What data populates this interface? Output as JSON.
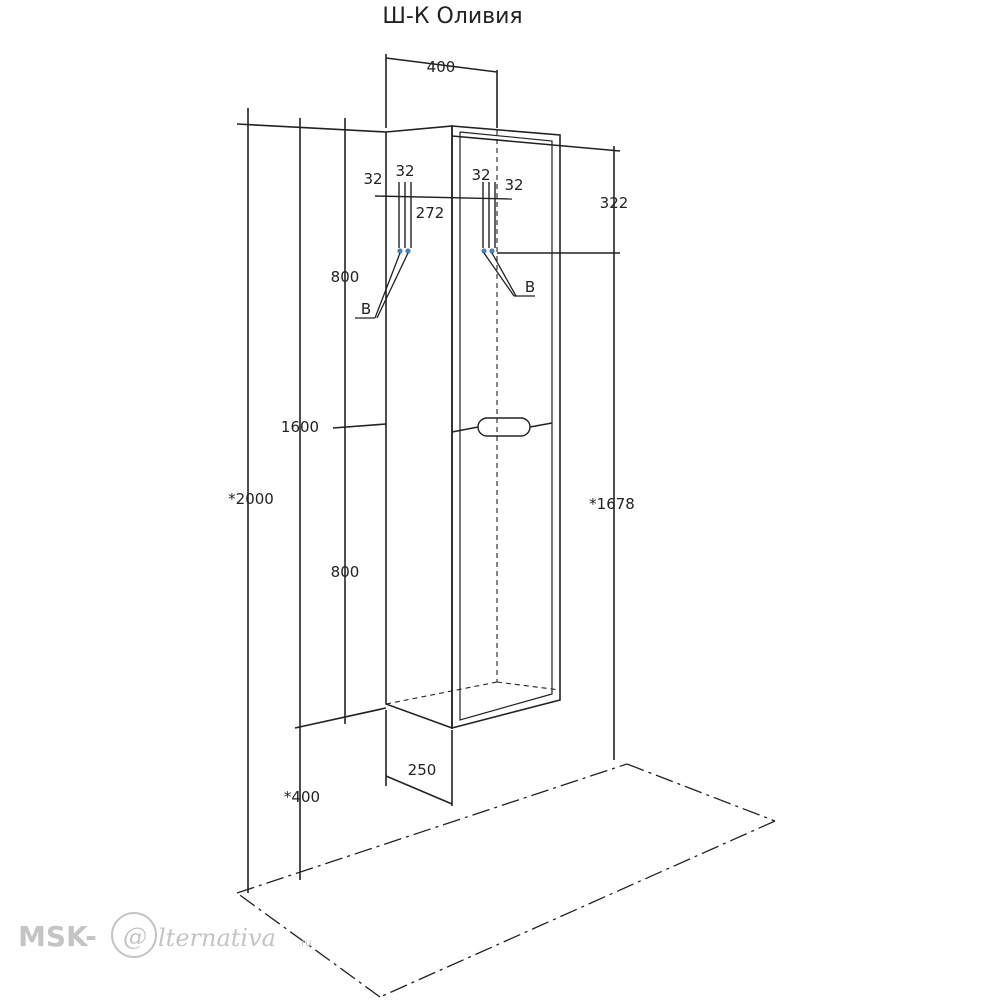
{
  "title": "Ш-К Оливия",
  "dimensions": {
    "width_top": "400",
    "gap_left_a": "32",
    "gap_left_b": "32",
    "gap_right_a": "32",
    "gap_right_b": "32",
    "between": "272",
    "top_offset": "322",
    "upper_half": "800",
    "lower_half": "800",
    "height_body": "1600",
    "total_height": "*2000",
    "floor_offset": "*400",
    "mount_height": "*1678",
    "depth": "250"
  },
  "callouts": {
    "left": "B",
    "right": "B"
  },
  "watermark": {
    "prefix": "MSK-",
    "at": "@",
    "suffix": "lternativa",
    "domain": ".ru"
  }
}
